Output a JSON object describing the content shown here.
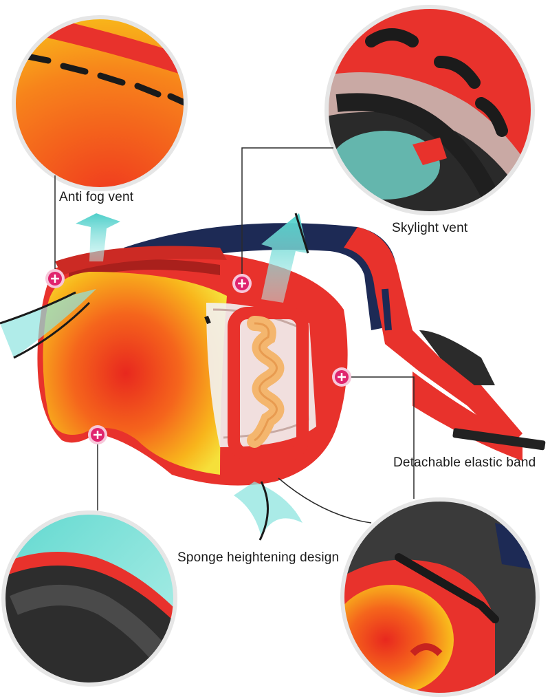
{
  "labels": {
    "anti_fog_vent": "Anti fog vent",
    "skylight_vent": "Skylight vent",
    "detachable_band": "Detachable elastic band",
    "sponge_design": "Sponge heightening design"
  },
  "colors": {
    "frame_red": "#e8322c",
    "lens_orange": "#f5651c",
    "lens_yellow": "#f9d21a",
    "strap_navy": "#1d2a55",
    "arrow_cyan": "#7fe0dc",
    "hotspot_pink": "#e0246e",
    "foam_gray": "#3a3a3a"
  }
}
